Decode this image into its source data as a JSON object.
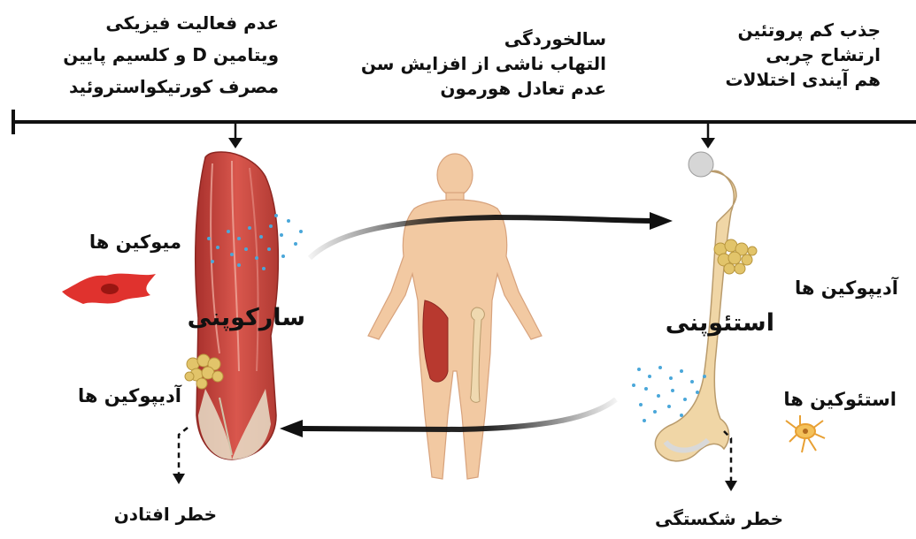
{
  "top_groups": {
    "left": [
      "عدم فعالیت فیزیکی",
      "ویتامین D و کلسیم پایین",
      "مصرف کورتیکواستروئید"
    ],
    "center": [
      "سالخوردگی",
      "التهاب ناشی از افزایش سن",
      "عدم تعادل هورمون"
    ],
    "right": [
      "جذب کم پروتئین",
      "ارتشاح چربی",
      "هم آیندی اختلالات"
    ]
  },
  "muscle_side": {
    "myokines": "میوکین ها",
    "title": "سارکوپنی",
    "adipokines": "آدیپوکین ها",
    "risk": "خطر افتادن"
  },
  "bone_side": {
    "adipokines": "آدیپوکین ها",
    "title": "استئوپنی",
    "osteokines": "استئوکین ها",
    "risk": "خطر شکستگی"
  },
  "colors": {
    "muscle": "#c8463f",
    "bone": "#efd2a0",
    "fat": "#e2c46a",
    "secretion": "#4aa7d9",
    "skin": "#f2c9a2",
    "arrow": "#111111"
  }
}
